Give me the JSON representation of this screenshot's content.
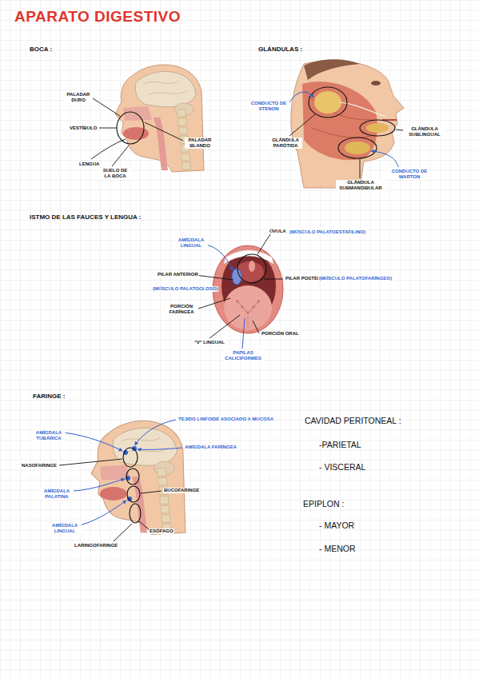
{
  "diagram": {
    "title": "APARATO DIGESTIVO",
    "labels": [
      "BOCA :",
      "PALADAR DURO",
      "VESTÍBULO",
      "LENGUA",
      "SUELO DE LA BOCA",
      "PALADAR BLANDO",
      "GLÁNDULAS :",
      "CONDUCTO DE STENON",
      "GLÁNDULA PARÓTIDA",
      "GLÁNDULA SUBMANDIBULAR",
      "GLÁNDULA SUBLINGUAL",
      "CONDUCTO DE WARTON",
      "ISTMO DE LAS FAUCES Y LENGUA :",
      "AMÍGDALA LINGUAL",
      "ÚVULA",
      "(MÚSCULO PALATOESTAFILINO)",
      "PILAR ANTERIOR",
      "(MÚSCULO PALATOGLOSO)",
      "PILAR POSTERIOR",
      "(MÚSCULO PALATOFARÍNGEO)",
      "PORCIÓN FARÍNGEA",
      "\"V\" LINGUAL",
      "PAPILAS CALICIFORMES",
      "PORCIÓN ORAL",
      "FARINGE :",
      "TEJIDO LINFOIDE ASOCIADO A MUCOSA",
      "AMÍGDALA TUBÁRICA",
      "AMÍGDALA FARÍNGEA",
      "NASOFARINGE",
      "AMÍGDALA PALATINA",
      "BUCOFARINGE",
      "AMÍGDALA LINGUAL",
      "ESÓFAGO",
      "LARINGOFARINGE",
      "CAVIDAD PERITONEAL :",
      "-PARIETAL",
      "- VISCERAL",
      "EPIPLON :",
      "- MAYOR",
      "- MENOR"
    ]
  }
}
